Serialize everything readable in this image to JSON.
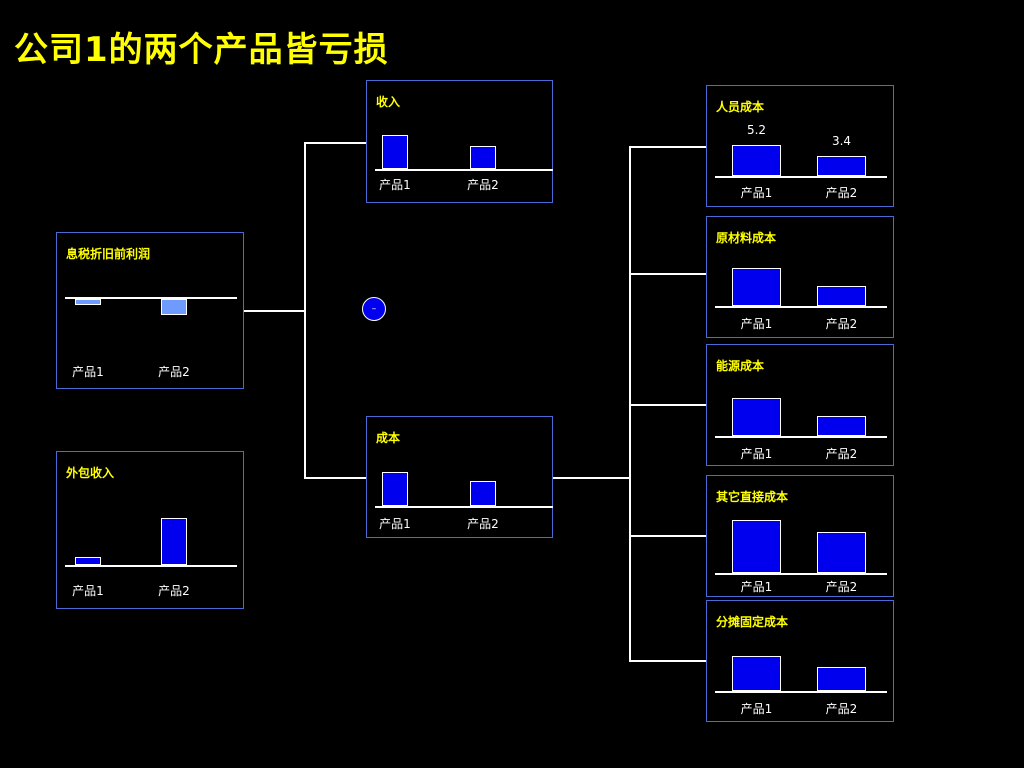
{
  "title": "公司1的两个产品皆亏损",
  "operator": "–",
  "chart_data": [
    {
      "id": "ebit",
      "type": "bar",
      "title": "息税折旧前利润",
      "categories": [
        "产品1",
        "产品2"
      ],
      "values": [
        -0.8,
        -2.0
      ]
    },
    {
      "id": "outsourcing",
      "type": "bar",
      "title": "外包收入",
      "categories": [
        "产品1",
        "产品2"
      ],
      "values": [
        0.6,
        3.6
      ]
    },
    {
      "id": "revenue",
      "type": "bar",
      "title": "收入",
      "categories": [
        "产品1",
        "产品2"
      ],
      "values": [
        2.6,
        1.8
      ]
    },
    {
      "id": "cost",
      "type": "bar",
      "title": "成本",
      "categories": [
        "产品1",
        "产品2"
      ],
      "values": [
        2.6,
        1.9
      ]
    },
    {
      "id": "personnel",
      "type": "bar",
      "title": "人员成本",
      "categories": [
        "产品1",
        "产品2"
      ],
      "values": [
        5.2,
        3.4
      ],
      "data_labels": [
        "5.2",
        "3.4"
      ]
    },
    {
      "id": "materials",
      "type": "bar",
      "title": "原材料成本",
      "categories": [
        "产品1",
        "产品2"
      ],
      "values": [
        6.4,
        3.4
      ]
    },
    {
      "id": "energy",
      "type": "bar",
      "title": "能源成本",
      "categories": [
        "产品1",
        "产品2"
      ],
      "values": [
        6.4,
        3.4
      ]
    },
    {
      "id": "other-direct",
      "type": "bar",
      "title": "其它直接成本",
      "categories": [
        "产品1",
        "产品2"
      ],
      "values": [
        8.8,
        6.8
      ]
    },
    {
      "id": "allocated-fixed",
      "type": "bar",
      "title": "分摊固定成本",
      "categories": [
        "产品1",
        "产品2"
      ],
      "values": [
        5.8,
        4.0
      ]
    }
  ]
}
